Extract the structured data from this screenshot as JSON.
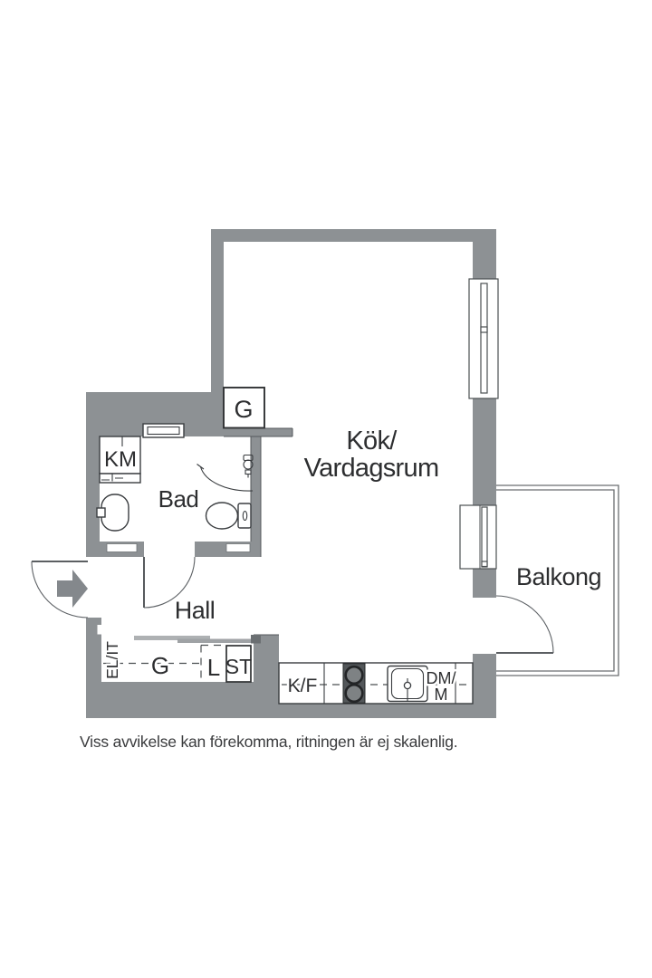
{
  "plan": {
    "rooms": {
      "main": {
        "line1": "Kök/",
        "line2": "Vardagsrum"
      },
      "bathroom": {
        "label": "Bad"
      },
      "hall": {
        "label": "Hall"
      },
      "balcony": {
        "label": "Balkong"
      }
    },
    "fixtures": {
      "top_closet": "G",
      "washing_machine": "KM",
      "el_it": "EL/IT",
      "wardrobe_g": "G",
      "wardrobe_l": "L",
      "wardrobe_st": "ST",
      "fridge_freezer": "K/F",
      "dishwasher_micro_line1": "DM/",
      "dishwasher_micro_line2": "M"
    },
    "footer": {
      "disclaimer": "Viss avvikelse kan förekomma, ritningen är ej skalenlig."
    },
    "colors": {
      "wall": "#8d9194",
      "fixture_line": "#3a3d40",
      "text": "#2d2e30",
      "stove": "#53575a",
      "background": "#ffffff"
    }
  }
}
